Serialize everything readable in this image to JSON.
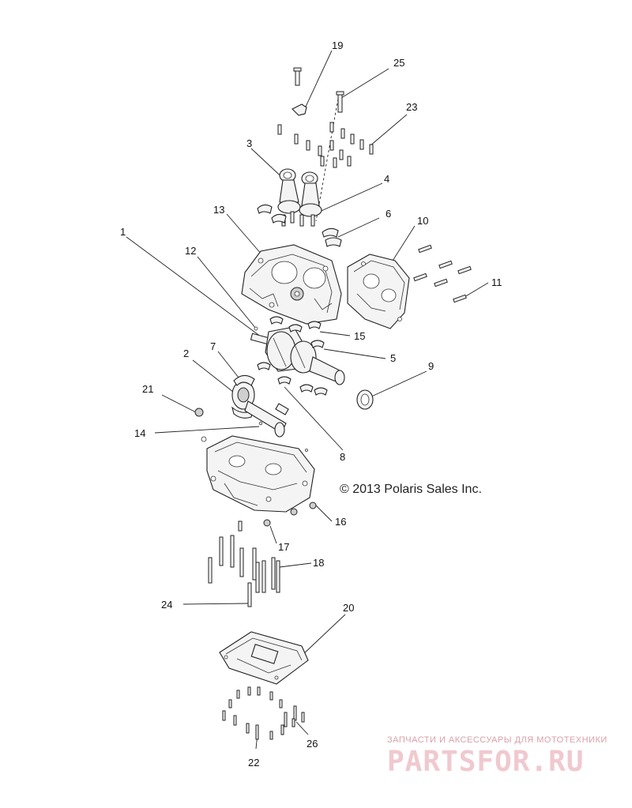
{
  "callouts": [
    "19",
    "25",
    "23",
    "3",
    "4",
    "13",
    "6",
    "10",
    "1",
    "12",
    "11",
    "15",
    "5",
    "2",
    "7",
    "9",
    "21",
    "14",
    "8",
    "16",
    "17",
    "18",
    "24",
    "20",
    "26",
    "22"
  ],
  "copyright": "© 2013 Polaris Sales Inc.",
  "watermark": {
    "tagline": "ЗАПЧАСТИ И АКСЕССУАРЫ ДЛЯ МОТОТЕХНИКИ",
    "brand": "PARTSFOR.RU"
  }
}
